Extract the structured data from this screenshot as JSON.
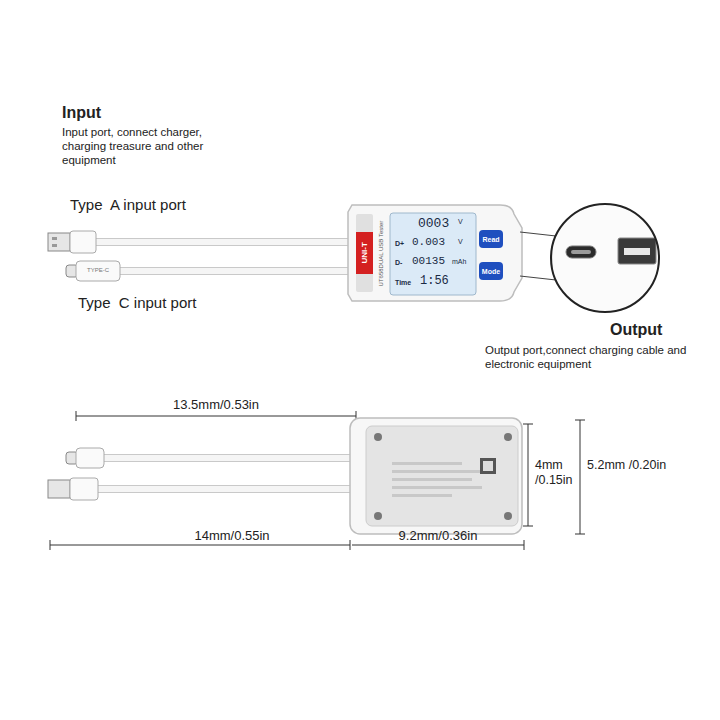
{
  "diagram": {
    "nodes": [
      {
        "text": [
          "Read"
        ]
      },
      {
        "text": [
          "Mode"
        ]
      }
    ],
    "labels": [
      "Input",
      "Input port, connect charger, charging treasure and other equipment",
      "Type  A input port",
      "Type  C input port",
      "Output",
      "Output port,connect charging cable and electronic equipment",
      "13.5mm/0.53in",
      "14mm/0.55in",
      "9.2mm/0.36in",
      "4mm /0.15in",
      "5.2mm /0.20in",
      "UNI-T",
      "UT658DUAL USB Tester",
      "TYPE-C",
      "0003",
      "V",
      "D+",
      "0.003",
      "V",
      "D-",
      "00135",
      "mAh",
      "Time",
      "1:56"
    ]
  }
}
